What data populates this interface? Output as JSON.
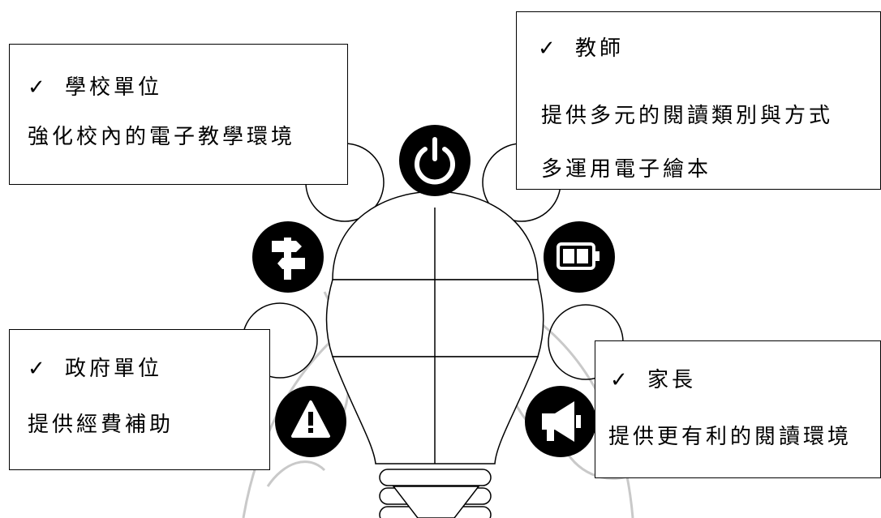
{
  "colors": {
    "icon_fill": "#000000",
    "stroke": "#000000",
    "background": "#ffffff",
    "watermark": "#c9c9c9"
  },
  "icons": [
    "power-icon",
    "battery-icon",
    "signpost-icon",
    "warning-icon",
    "megaphone-icon"
  ],
  "check_mark": "✓",
  "boxes": {
    "school": {
      "title": "學校單位",
      "line1": "強化校內的電子教學環境"
    },
    "teacher": {
      "title": "教師",
      "line1": "提供多元的閱讀類別與方式",
      "line2": "多運用電子繪本"
    },
    "government": {
      "title": "政府單位",
      "line1": "提供經費補助"
    },
    "parents": {
      "title": "家長",
      "line1": "提供更有利的閱讀環境"
    }
  }
}
